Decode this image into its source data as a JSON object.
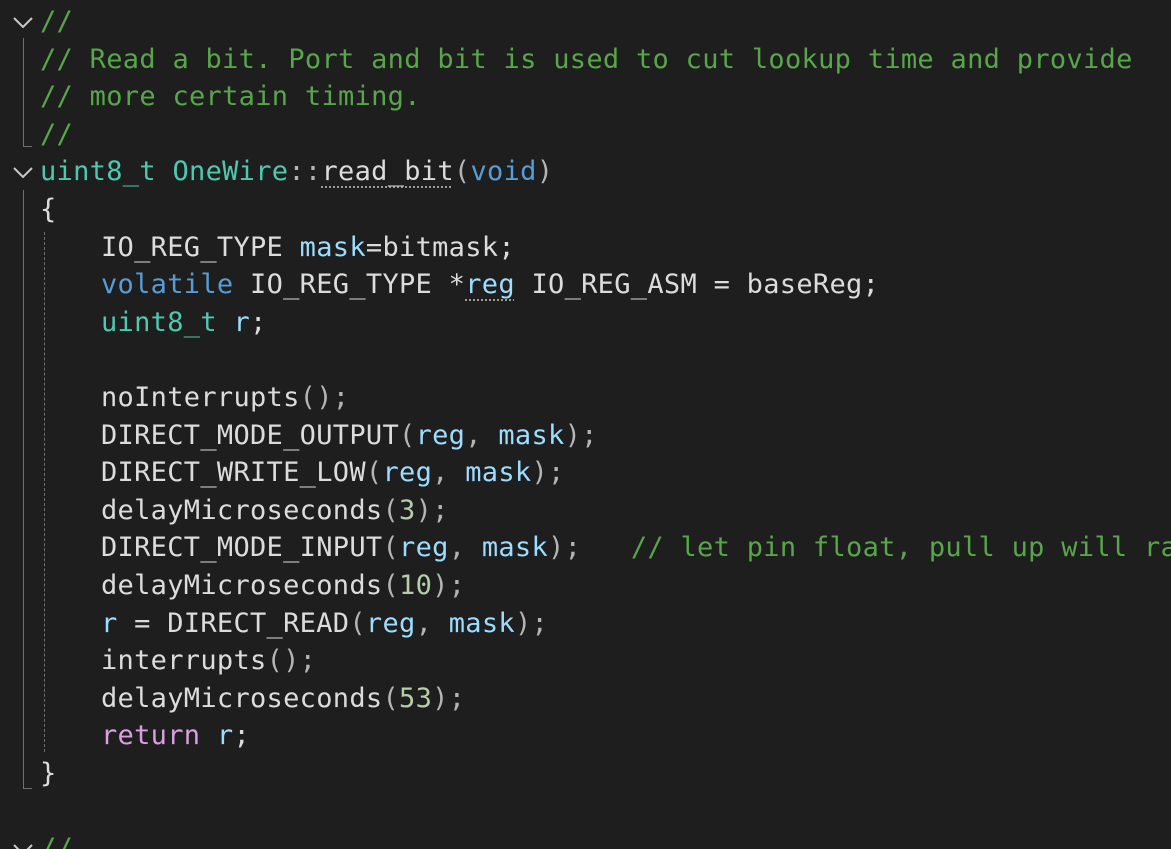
{
  "editor": {
    "lines": [
      {
        "fold": "expanded",
        "tokens": [
          {
            "text": "//",
            "kind": "comment"
          }
        ]
      },
      {
        "tokens": [
          {
            "text": "// Read a bit. Port and bit is used to cut lookup time and provide",
            "kind": "comment"
          }
        ]
      },
      {
        "tokens": [
          {
            "text": "// more certain timing.",
            "kind": "comment"
          }
        ]
      },
      {
        "tokens": [
          {
            "text": "//",
            "kind": "comment"
          }
        ]
      },
      {
        "fold": "expanded",
        "tokens": [
          {
            "text": "uint8_t",
            "kind": "type"
          },
          {
            "text": " ",
            "kind": "plain"
          },
          {
            "text": "OneWire",
            "kind": "type"
          },
          {
            "text": "::",
            "kind": "punc"
          },
          {
            "text": "read_bit",
            "kind": "plain",
            "hint": true
          },
          {
            "text": "(",
            "kind": "punc"
          },
          {
            "text": "void",
            "kind": "kw"
          },
          {
            "text": ")",
            "kind": "punc"
          }
        ]
      },
      {
        "tokens": [
          {
            "text": "{",
            "kind": "plain"
          }
        ]
      },
      {
        "tokens": [
          {
            "text": "IO_REG_TYPE",
            "kind": "plain"
          },
          {
            "text": " ",
            "kind": "plain"
          },
          {
            "text": "mask",
            "kind": "var"
          },
          {
            "text": "=bitmask;",
            "kind": "plain"
          }
        ]
      },
      {
        "tokens": [
          {
            "text": "volatile",
            "kind": "kw"
          },
          {
            "text": " IO_REG_TYPE *",
            "kind": "plain"
          },
          {
            "text": "reg",
            "kind": "var",
            "hint": true
          },
          {
            "text": " IO_REG_ASM = baseReg;",
            "kind": "plain"
          }
        ]
      },
      {
        "tokens": [
          {
            "text": "uint8_t",
            "kind": "type"
          },
          {
            "text": " ",
            "kind": "plain"
          },
          {
            "text": "r",
            "kind": "var"
          },
          {
            "text": ";",
            "kind": "plain"
          }
        ]
      },
      {
        "tokens": []
      },
      {
        "tokens": [
          {
            "text": "noInterrupts",
            "kind": "plain"
          },
          {
            "text": "();",
            "kind": "punc"
          }
        ]
      },
      {
        "tokens": [
          {
            "text": "DIRECT_MODE_OUTPUT",
            "kind": "plain"
          },
          {
            "text": "(",
            "kind": "punc"
          },
          {
            "text": "reg",
            "kind": "var"
          },
          {
            "text": ", ",
            "kind": "punc"
          },
          {
            "text": "mask",
            "kind": "var"
          },
          {
            "text": ");",
            "kind": "punc"
          }
        ]
      },
      {
        "tokens": [
          {
            "text": "DIRECT_WRITE_LOW",
            "kind": "plain"
          },
          {
            "text": "(",
            "kind": "punc"
          },
          {
            "text": "reg",
            "kind": "var"
          },
          {
            "text": ", ",
            "kind": "punc"
          },
          {
            "text": "mask",
            "kind": "var"
          },
          {
            "text": ");",
            "kind": "punc"
          }
        ]
      },
      {
        "tokens": [
          {
            "text": "delayMicroseconds",
            "kind": "plain"
          },
          {
            "text": "(",
            "kind": "punc"
          },
          {
            "text": "3",
            "kind": "num"
          },
          {
            "text": ");",
            "kind": "punc"
          }
        ]
      },
      {
        "tokens": [
          {
            "text": "DIRECT_MODE_INPUT",
            "kind": "plain"
          },
          {
            "text": "(",
            "kind": "punc"
          },
          {
            "text": "reg",
            "kind": "var"
          },
          {
            "text": ", ",
            "kind": "punc"
          },
          {
            "text": "mask",
            "kind": "var"
          },
          {
            "text": ");   ",
            "kind": "punc"
          },
          {
            "text": "// let pin float, pull up will raise",
            "kind": "comment"
          }
        ]
      },
      {
        "tokens": [
          {
            "text": "delayMicroseconds",
            "kind": "plain"
          },
          {
            "text": "(",
            "kind": "punc"
          },
          {
            "text": "10",
            "kind": "num"
          },
          {
            "text": ");",
            "kind": "punc"
          }
        ]
      },
      {
        "tokens": [
          {
            "text": "r",
            "kind": "var"
          },
          {
            "text": " = DIRECT_READ",
            "kind": "plain"
          },
          {
            "text": "(",
            "kind": "punc"
          },
          {
            "text": "reg",
            "kind": "var"
          },
          {
            "text": ", ",
            "kind": "punc"
          },
          {
            "text": "mask",
            "kind": "var"
          },
          {
            "text": ");",
            "kind": "punc"
          }
        ]
      },
      {
        "tokens": [
          {
            "text": "interrupts",
            "kind": "plain"
          },
          {
            "text": "();",
            "kind": "punc"
          }
        ]
      },
      {
        "tokens": [
          {
            "text": "delayMicroseconds",
            "kind": "plain"
          },
          {
            "text": "(",
            "kind": "punc"
          },
          {
            "text": "53",
            "kind": "num"
          },
          {
            "text": ");",
            "kind": "punc"
          }
        ]
      },
      {
        "tokens": [
          {
            "text": "return",
            "kind": "ctrl"
          },
          {
            "text": " ",
            "kind": "plain"
          },
          {
            "text": "r",
            "kind": "var"
          },
          {
            "text": ";",
            "kind": "plain"
          }
        ]
      },
      {
        "tokens": [
          {
            "text": "}",
            "kind": "plain"
          }
        ]
      },
      {
        "tokens": []
      },
      {
        "fold": "expanded",
        "tokens": [
          {
            "text": "//",
            "kind": "comment"
          }
        ]
      }
    ]
  },
  "colors": {
    "background": "#1e1e1e",
    "comment": "#57a64a",
    "keyword": "#569cd6",
    "control": "#d8a0df",
    "type": "#4ec9b0",
    "variable": "#9cdcfe",
    "number": "#b5cea8",
    "plain": "#dcdcdc",
    "punctuation": "#b4b4b4"
  },
  "icons": {
    "fold_expanded": "chevron-down-icon"
  }
}
